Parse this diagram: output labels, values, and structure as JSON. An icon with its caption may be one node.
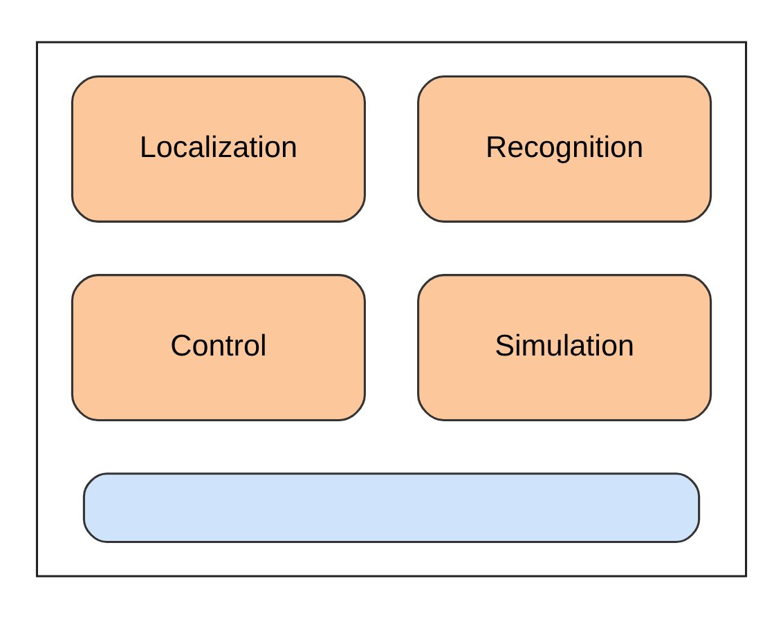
{
  "diagram": {
    "nodes": [
      {
        "text": [],
        "shape": "box"
      },
      {
        "text": [
          "Localization"
        ],
        "in": 0
      },
      {
        "text": [
          "Recognition"
        ],
        "in": 0
      },
      {
        "text": [
          "Control"
        ],
        "in": 0
      },
      {
        "text": [
          "Simulation"
        ],
        "in": 0
      },
      {
        "text": [],
        "shape": "bar",
        "in": 0
      }
    ]
  }
}
